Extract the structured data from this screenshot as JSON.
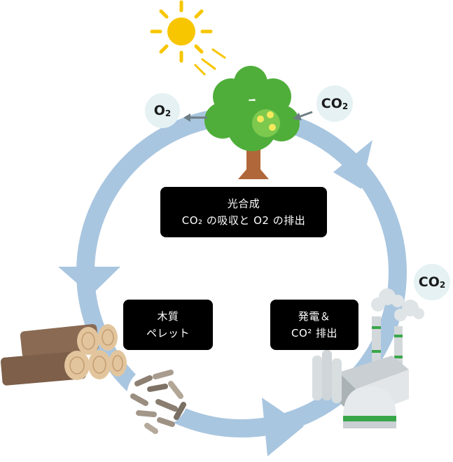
{
  "photosynthesis": {
    "title": "光合成",
    "subtitle": "CO₂ の吸収と O2 の排出"
  },
  "biomass": {
    "line1": "木質",
    "line2": "ペレット"
  },
  "power_plant": {
    "line1": "発電＆",
    "line2": "CO² 排出"
  },
  "bubbles": {
    "o2_left": {
      "main": "O",
      "sub": "2"
    },
    "co2_tree": {
      "main": "CO",
      "sub": "2"
    },
    "co2_plant": {
      "main": "CO",
      "sub": "2"
    }
  },
  "colors": {
    "cycle": "#a9c6e0",
    "tree": "#4fae3a",
    "trunk": "#b0683a",
    "sun": "#f7c600",
    "log": "#8a6a53",
    "label_bg": "#000000",
    "bubble_bg": "#e5f1f3"
  }
}
